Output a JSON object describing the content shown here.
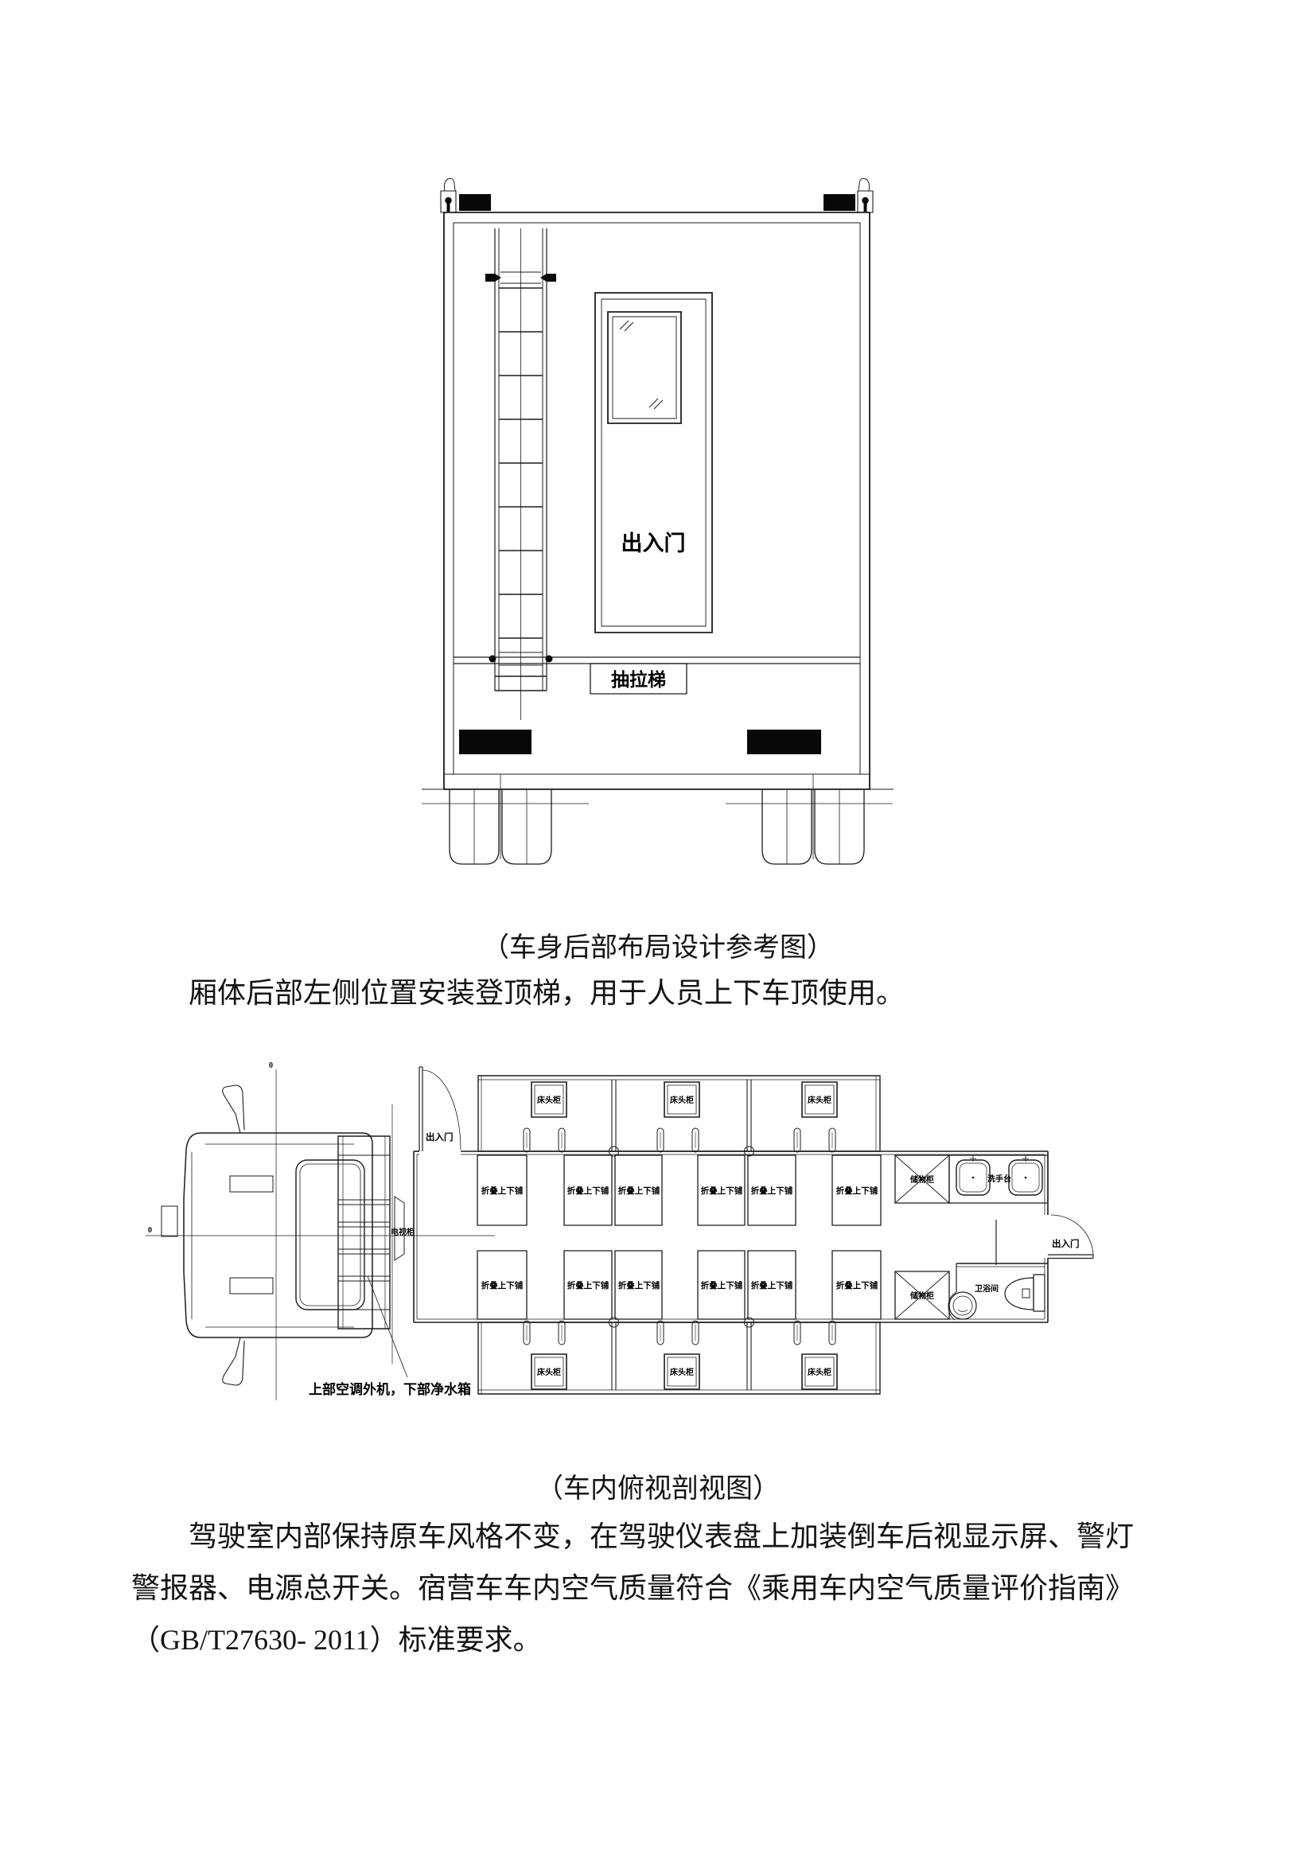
{
  "page": {
    "background": "#ffffff",
    "ink_color": "#1c1c1c"
  },
  "rear_view": {
    "door_label": "出入门",
    "ladder_label": "抽拉梯",
    "caption": "（车身后部布局设计参考图）"
  },
  "plan_view": {
    "caption": "（车内俯视剖视图）",
    "labels": {
      "entry_door": "出入门",
      "bedside_cabinet": "床头柜",
      "folding_bunk": "折叠上下铺",
      "storage_cabinet": "储物柜",
      "washstand": "洗手台",
      "bathroom": "卫浴间",
      "tv_cabinet": "电视柜",
      "datum": "0",
      "leader_note": "上部空调外机，下部净水箱"
    }
  },
  "paragraphs": {
    "after_rear_view": "厢体后部左侧位置安装登顶梯，用于人员上下车顶使用。",
    "after_plan_line1": "驾驶室内部保持原车风格不变，在驾驶仪表盘上加装倒车后视显示屏、警灯",
    "after_plan_line2": "警报器、电源总开关。宿营车车内空气质量符合《乘用车内空气质量评价指南》",
    "after_plan_line3": "（GB/T27630- 2011）标准要求。"
  }
}
